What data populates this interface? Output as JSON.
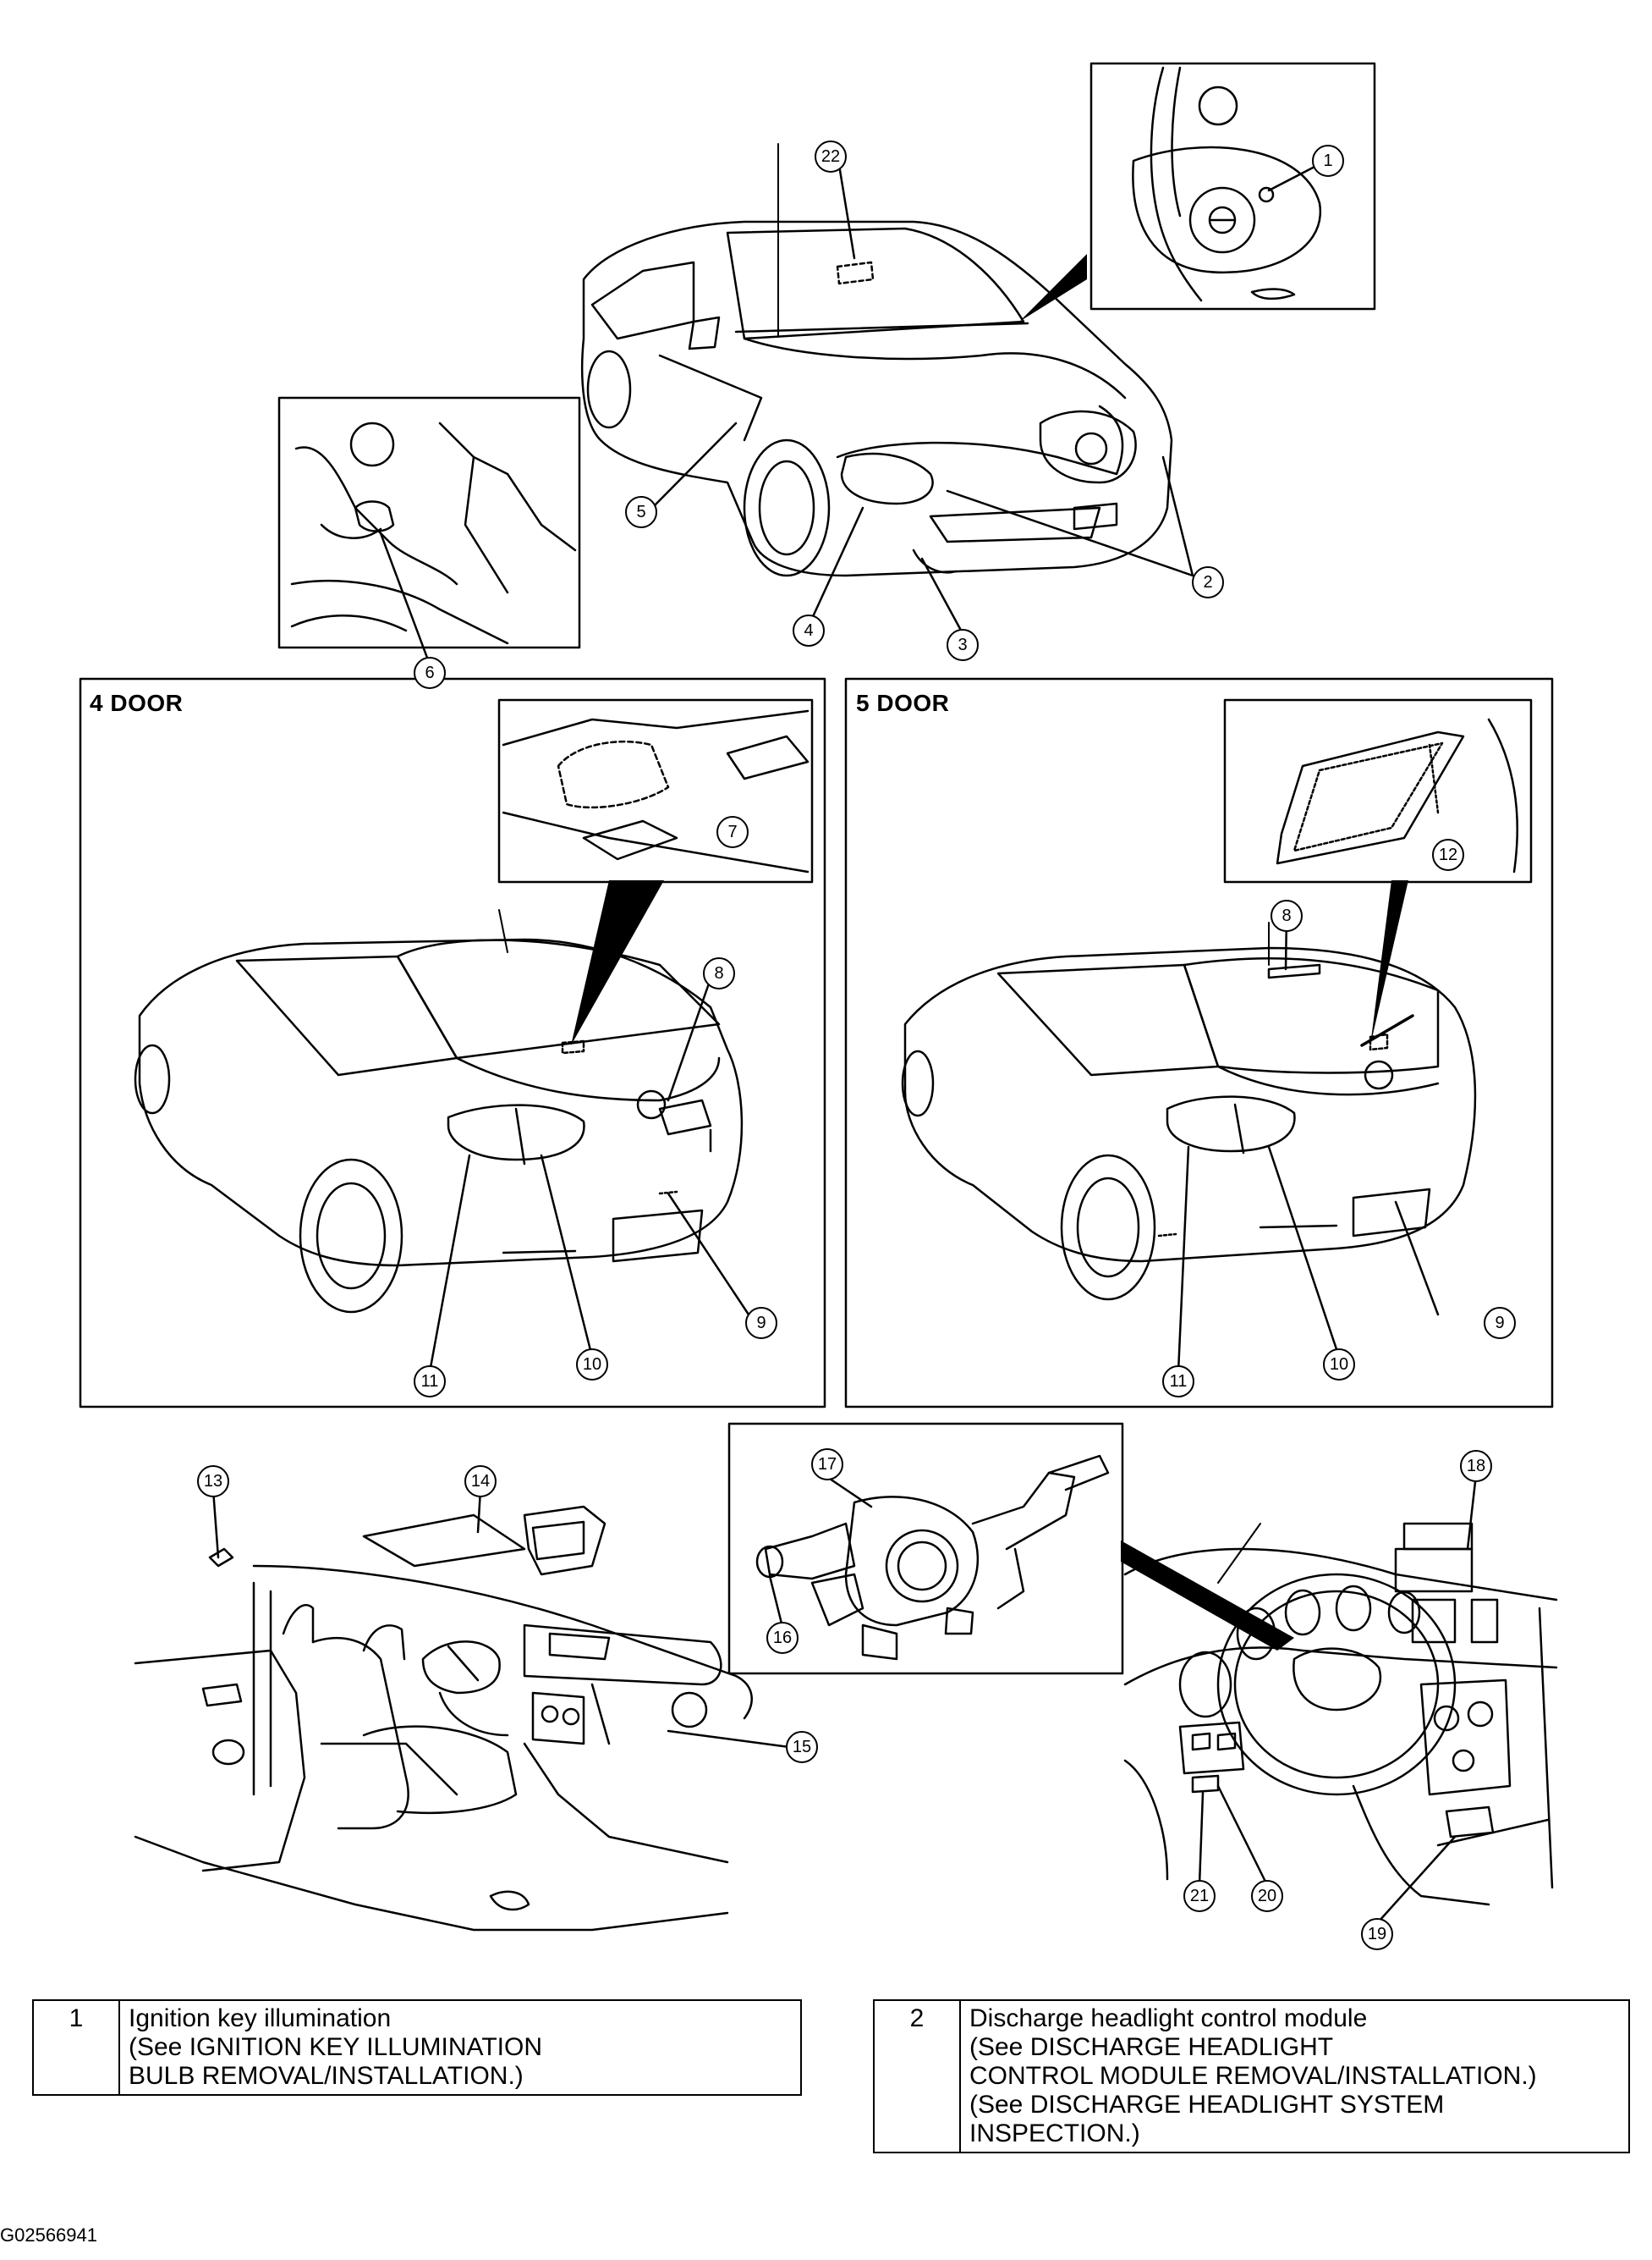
{
  "panels": {
    "four_door": "4 DOOR",
    "five_door": "5 DOOR"
  },
  "callouts": [
    "1",
    "2",
    "3",
    "4",
    "5",
    "6",
    "7",
    "8",
    "9",
    "10",
    "11",
    "12",
    "13",
    "14",
    "15",
    "16",
    "17",
    "18",
    "19",
    "20",
    "21",
    "22"
  ],
  "callouts_right": [
    "8",
    "9",
    "10",
    "11",
    "12"
  ],
  "legend": [
    {
      "num": "1",
      "lines": [
        "Ignition key illumination",
        "(See IGNITION KEY ILLUMINATION",
        "BULB REMOVAL/INSTALLATION.)"
      ]
    },
    {
      "num": "2",
      "lines": [
        "Discharge headlight control module",
        "(See DISCHARGE HEADLIGHT",
        "CONTROL MODULE REMOVAL/INSTALLATION.)",
        "(See DISCHARGE HEADLIGHT SYSTEM",
        "INSPECTION.)"
      ]
    }
  ],
  "figure_id": "G02566941"
}
